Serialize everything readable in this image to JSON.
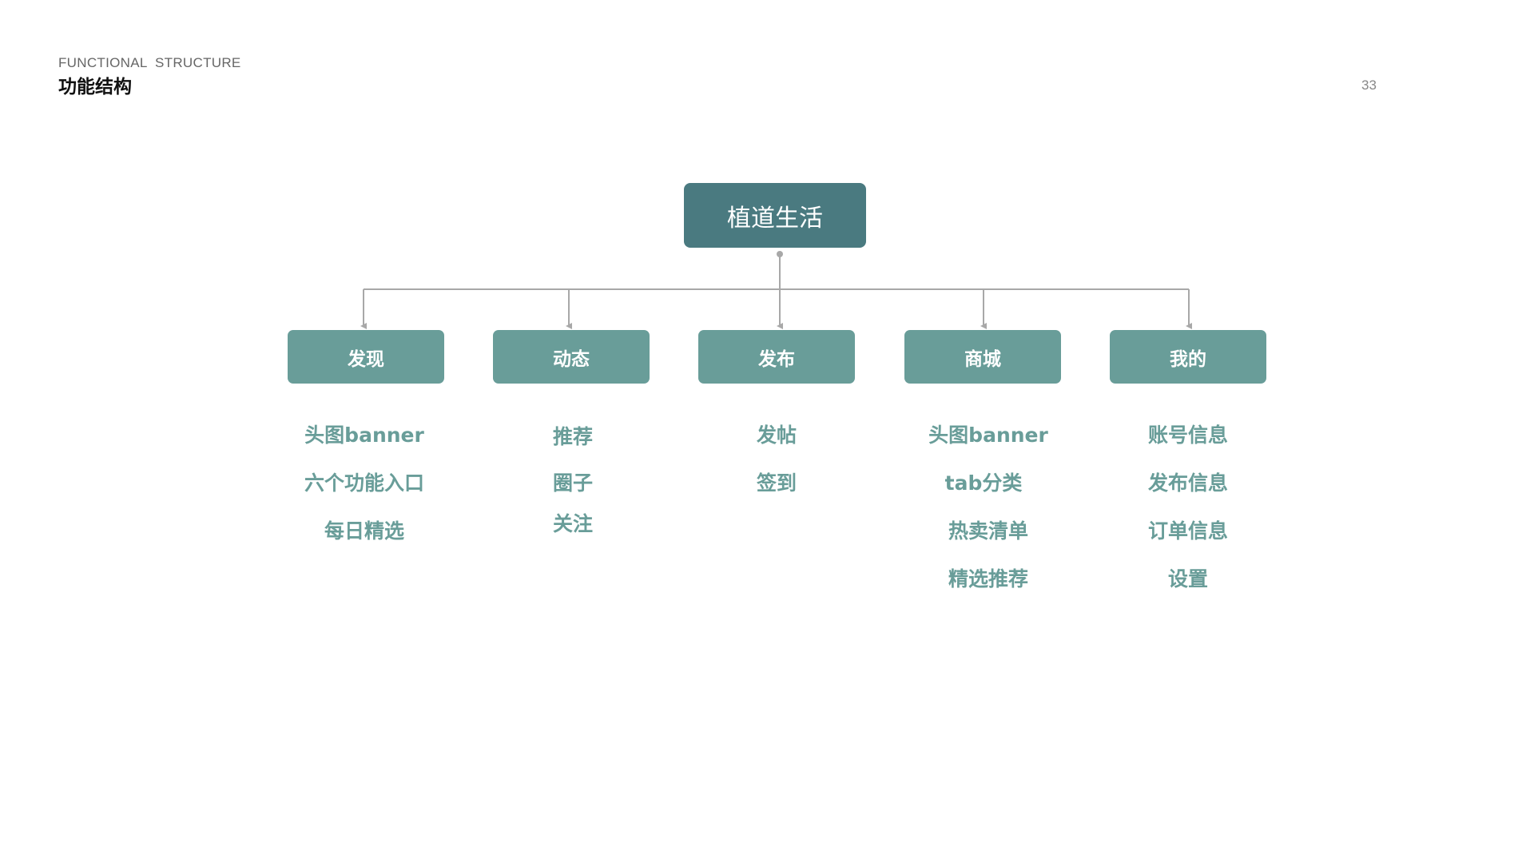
{
  "header": {
    "title_en": "FUNCTIONAL  STRUCTURE",
    "title_cn": "功能结构",
    "page_number": "33"
  },
  "colors": {
    "root_fill": "#4a7a80",
    "branch_fill": "#699d99",
    "leaf_text": "#699d99",
    "connector": "#a8a8a8"
  },
  "tree": {
    "root": "植道生活",
    "branches": [
      {
        "label": "发现",
        "children": [
          "头图banner",
          "六个功能入口",
          "每日精选"
        ]
      },
      {
        "label": "动态",
        "children": [
          "推荐",
          "圈子",
          "关注"
        ]
      },
      {
        "label": "发布",
        "children": [
          "发帖",
          "签到"
        ]
      },
      {
        "label": "商城",
        "children": [
          "头图banner",
          "tab分类",
          "热卖清单",
          "精选推荐"
        ]
      },
      {
        "label": "我的",
        "children": [
          "账号信息",
          "发布信息",
          "订单信息",
          "设置"
        ]
      }
    ]
  }
}
